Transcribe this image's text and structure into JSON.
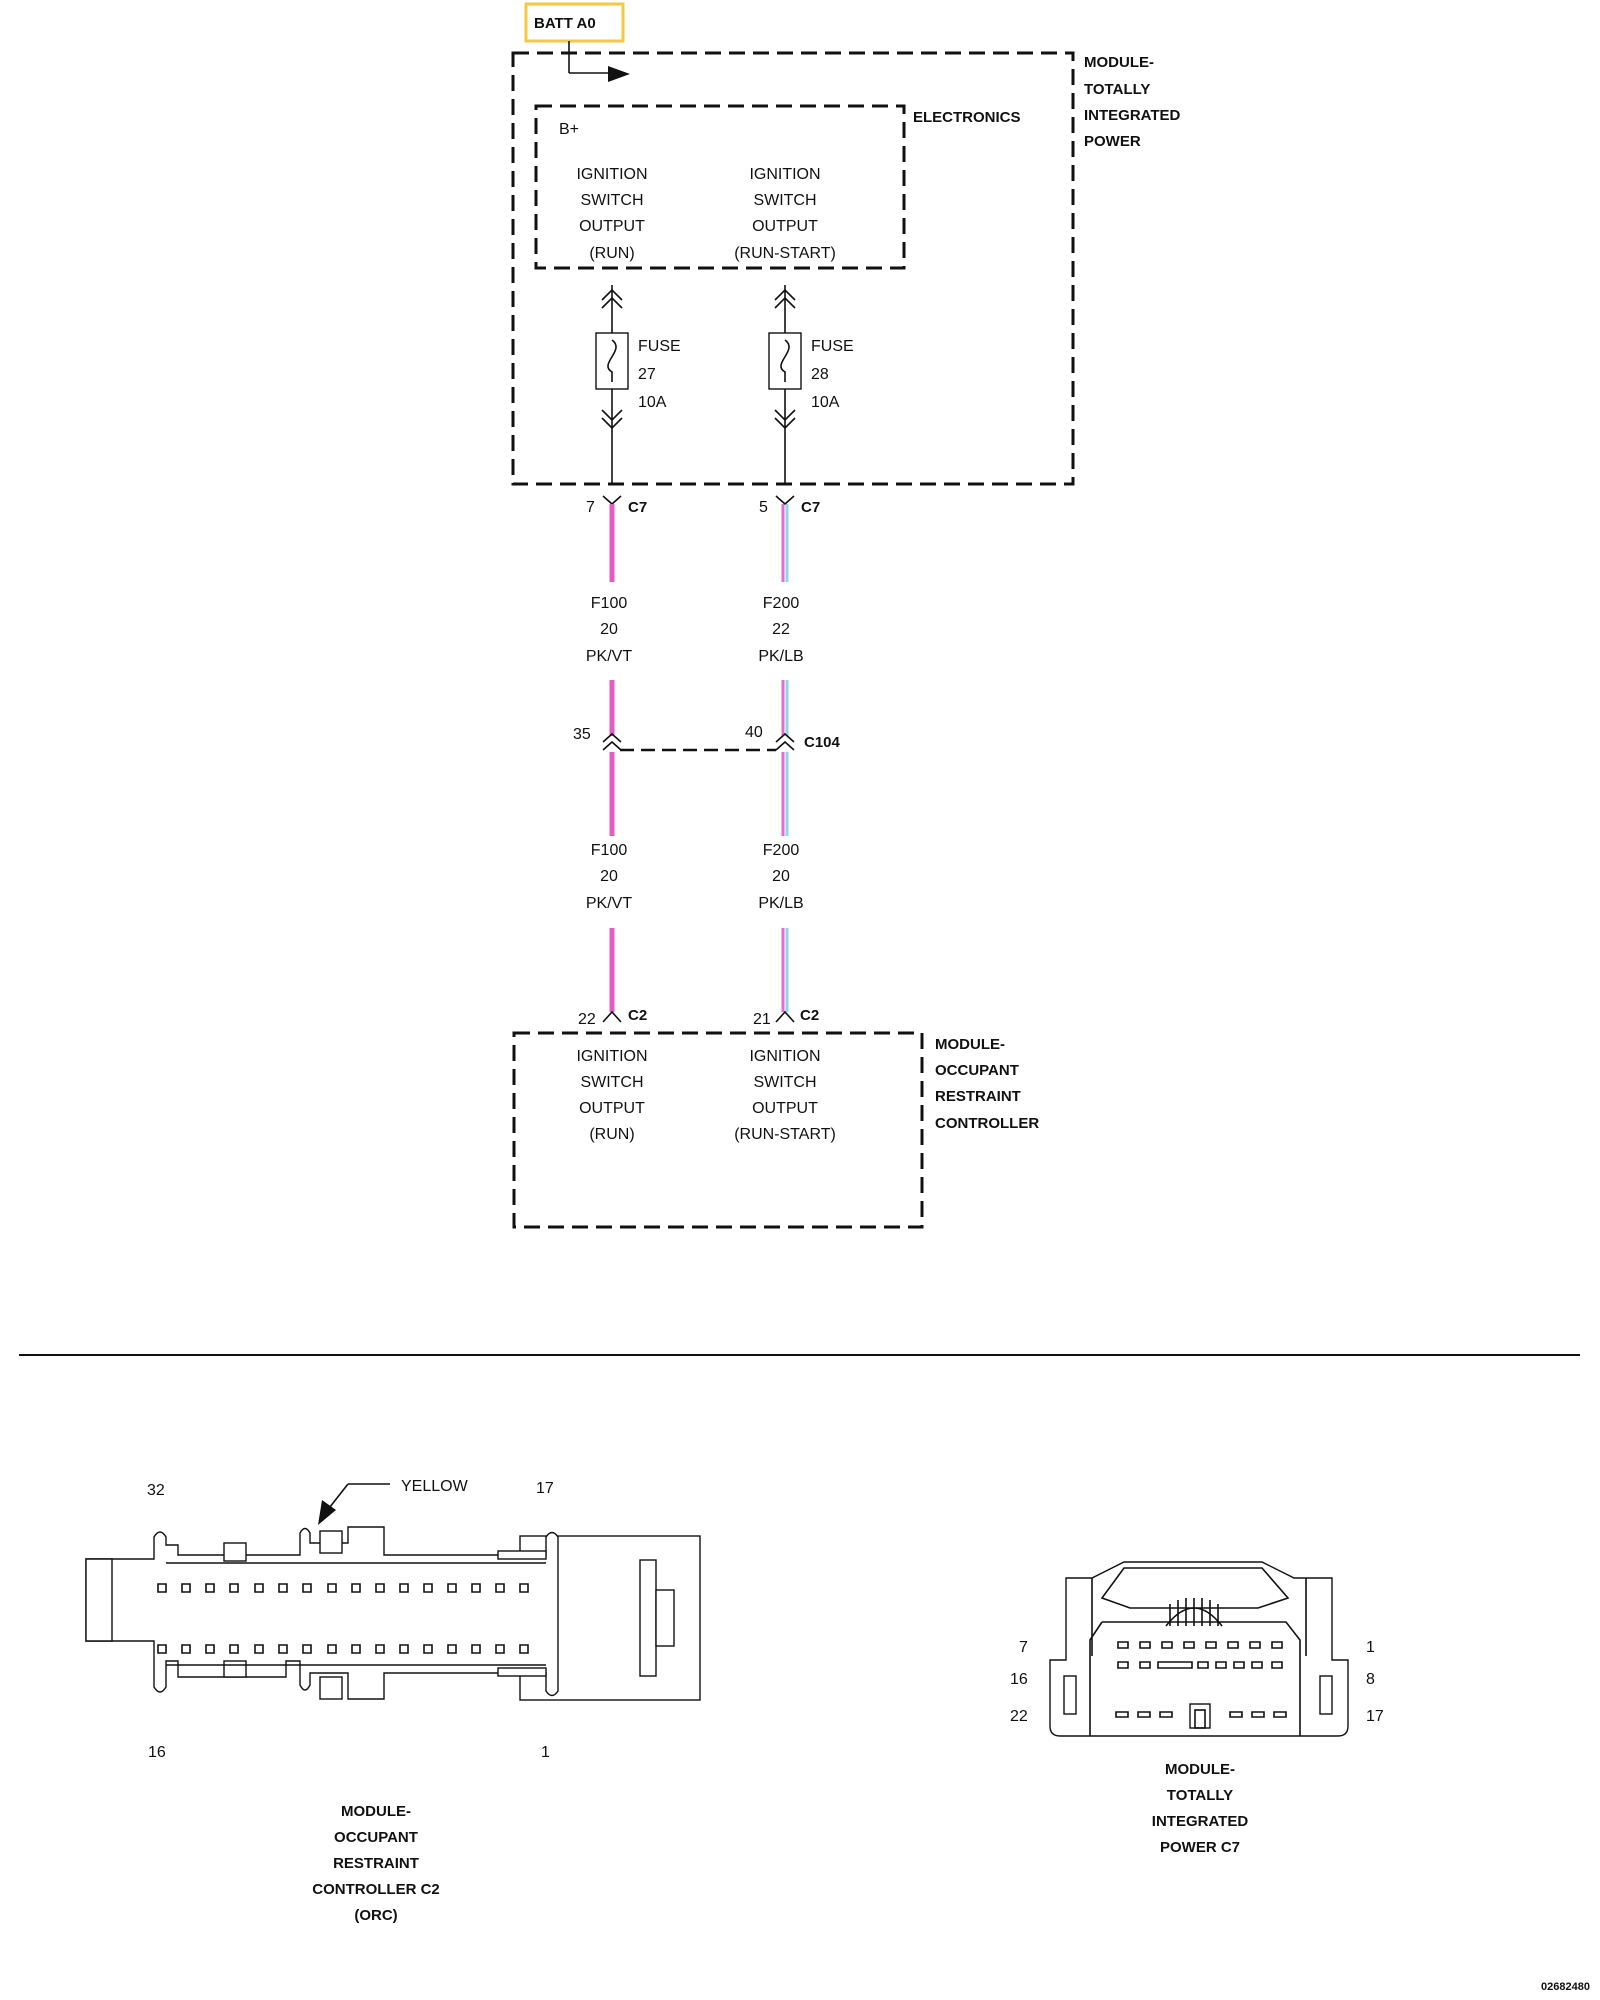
{
  "battery": {
    "label": "BATT A0",
    "border_color": "#f5c842"
  },
  "tipm": {
    "name_lines": [
      "MODULE-",
      "TOTALLY",
      "INTEGRATED",
      "POWER"
    ],
    "electronics": {
      "label": "ELECTRONICS",
      "b_plus": "B+",
      "output_run_lines": [
        "IGNITION",
        "SWITCH",
        "OUTPUT",
        "(RUN)"
      ],
      "output_runstart_lines": [
        "IGNITION",
        "SWITCH",
        "OUTPUT",
        "(RUN-START)"
      ]
    },
    "fuse_a": {
      "lines": [
        "FUSE",
        "27",
        "10A"
      ]
    },
    "fuse_b": {
      "lines": [
        "FUSE",
        "28",
        "10A"
      ]
    }
  },
  "circuits": {
    "c7_a": {
      "pin": "7",
      "connector": "C7"
    },
    "c7_b": {
      "pin": "5",
      "connector": "C7"
    },
    "wire_a_upper": {
      "lines": [
        "F100",
        "20",
        "PK/VT"
      ]
    },
    "wire_b_upper": {
      "lines": [
        "F200",
        "22",
        "PK/LB"
      ]
    },
    "inline": {
      "pin_a": "35",
      "pin_b": "40",
      "connector": "C104"
    },
    "wire_a_lower": {
      "lines": [
        "F100",
        "20",
        "PK/VT"
      ]
    },
    "wire_b_lower": {
      "lines": [
        "F200",
        "20",
        "PK/LB"
      ]
    },
    "c2_a": {
      "pin": "22",
      "connector": "C2"
    },
    "c2_b": {
      "pin": "21",
      "connector": "C2"
    },
    "wire_colors": {
      "pink": "#e25cc4",
      "violet": "#e76bd0",
      "light_blue": "#8fd3ec"
    }
  },
  "orc": {
    "name_lines": [
      "MODULE-",
      "OCCUPANT",
      "RESTRAINT",
      "CONTROLLER"
    ],
    "input_run_lines": [
      "IGNITION",
      "SWITCH",
      "OUTPUT",
      "(RUN)"
    ],
    "input_runstart_lines": [
      "IGNITION",
      "SWITCH",
      "OUTPUT",
      "(RUN-START)"
    ]
  },
  "connector_orc": {
    "pin_top_left": "32",
    "pin_top_right": "17",
    "pin_bottom_left": "16",
    "pin_bottom_right": "1",
    "color_callout": "YELLOW",
    "caption_lines": [
      "MODULE-",
      "OCCUPANT",
      "RESTRAINT",
      "CONTROLLER C2",
      "(ORC)"
    ]
  },
  "connector_tipm": {
    "pins_left": [
      "7",
      "16",
      "22"
    ],
    "pins_right": [
      "1",
      "8",
      "17"
    ],
    "caption_lines": [
      "MODULE-",
      "TOTALLY",
      "INTEGRATED",
      "POWER C7"
    ]
  },
  "figure_id": "02682480"
}
